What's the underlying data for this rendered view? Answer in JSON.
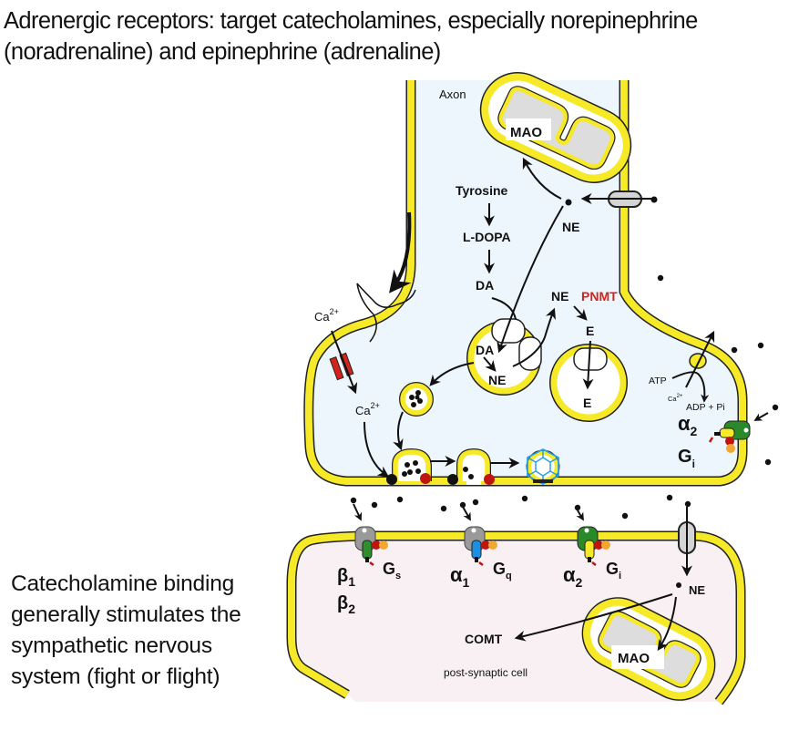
{
  "title": {
    "line1": "Adrenergic receptors: target catecholamines, especially norepinephrine",
    "line2": "(noradrenaline) and epinephrine (adrenaline)"
  },
  "side_note": {
    "lines": [
      "Catecholamine binding",
      "generally stimulates the",
      "sympathetic nervous",
      "system (fight or flight)"
    ]
  },
  "colors": {
    "membrane": "#f6e927",
    "presynaptic_fill": "#edf5fd",
    "postsynaptic_fill": "#f9f0f4",
    "enzyme_red": "#d2231c",
    "gs_green": "#2f8f2f",
    "gq_blue": "#1e8fe0",
    "receptor_gray": "#9a9a9a",
    "alpha2_green": "#2a8a2a",
    "clathrin_blue": "#2aa0e8"
  },
  "diagram": {
    "axon_label": "Axon",
    "mao_top": "MAO",
    "tyrosine": "Tyrosine",
    "l_dopa": "L-DOPA",
    "da": "DA",
    "ne_reuptake": "NE",
    "ne_synth": "NE",
    "pnmt": "PNMT",
    "e_cyto": "E",
    "vesicle_da": "DA",
    "vesicle_ne": "NE",
    "vesicle_e": "E",
    "ca_outside": "Ca",
    "ca_outside_sup": "2+",
    "ca_inside": "Ca",
    "ca_inside_sup": "2+",
    "atp": "ATP",
    "ca_small": "Ca",
    "ca_small_sup": "2+",
    "adp_pi": "ADP + Pi",
    "pre_alpha2": "α",
    "pre_alpha2_sub": "2",
    "pre_gi": "G",
    "pre_gi_sub": "i",
    "post_receptors": [
      {
        "name": "β",
        "sub": "1",
        "gprotein": "G",
        "gsub": "s",
        "extra": "β",
        "extra_sub": "2"
      },
      {
        "name": "α",
        "sub": "1",
        "gprotein": "G",
        "gsub": "q"
      },
      {
        "name": "α",
        "sub": "2",
        "gprotein": "G",
        "gsub": "i"
      }
    ],
    "ne_post": "NE",
    "comt": "COMT",
    "mao_bottom": "MAO",
    "post_label": "post-synaptic cell"
  }
}
